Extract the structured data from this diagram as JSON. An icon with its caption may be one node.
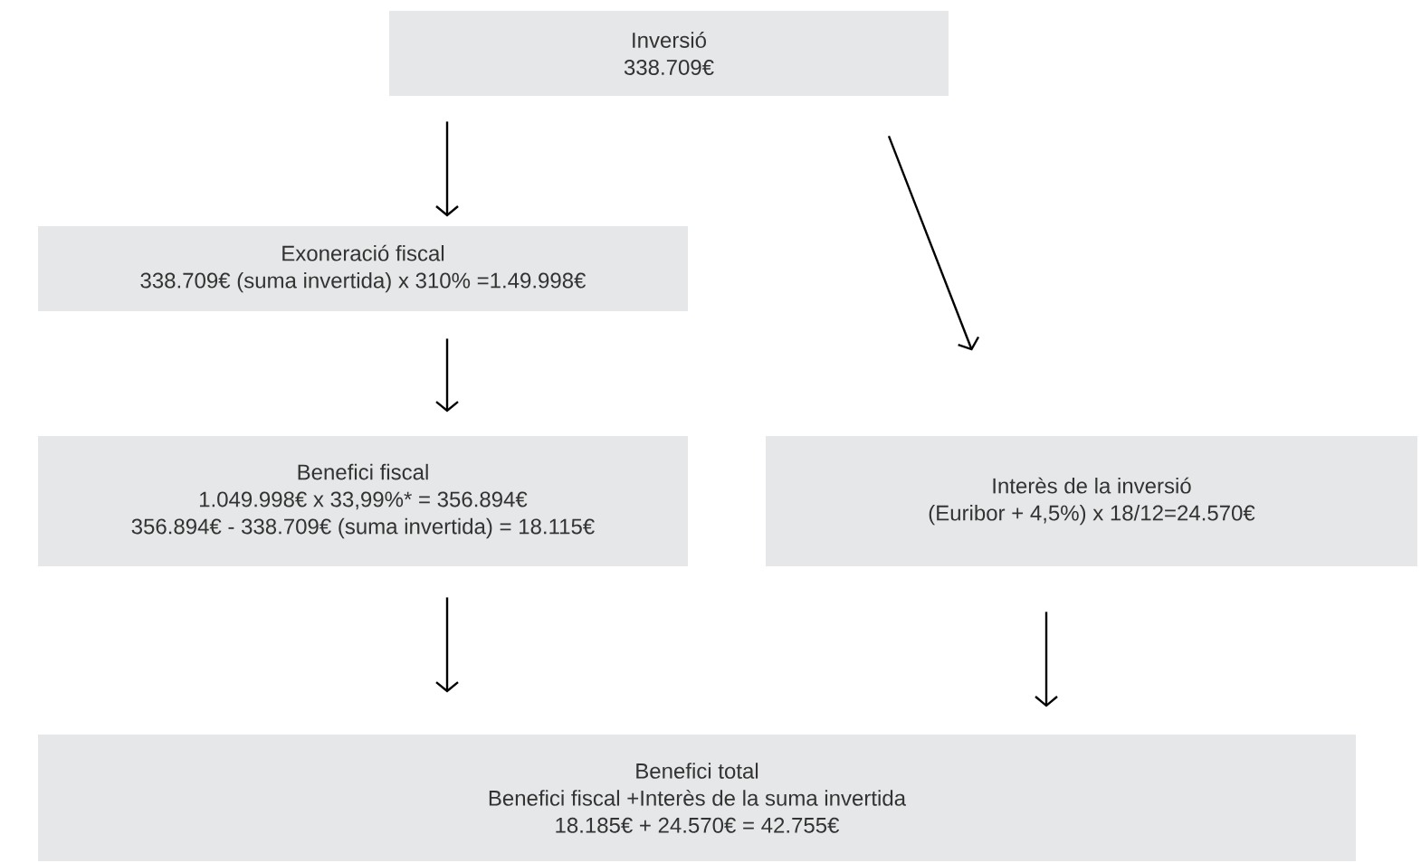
{
  "diagram": {
    "nodes": [
      {
        "text": [
          "Inversió",
          "338.709€"
        ]
      },
      {
        "text": [
          "Exoneració fiscal",
          "338.709€ (suma invertida) x 310% =1.49.998€"
        ]
      },
      {
        "text": [
          "Benefici fiscal",
          "1.049.998€ x 33,99%* = 356.894€",
          "356.894€ - 338.709€ (suma invertida) = 18.115€"
        ]
      },
      {
        "text": [
          "Interès de la inversió",
          "(Euribor + 4,5%) x 18/12=24.570€"
        ]
      },
      {
        "text": [
          "Benefici total",
          "Benefici fiscal +Interès de la suma invertida",
          "18.185€ + 24.570€ = 42.755€"
        ]
      }
    ],
    "edges": [
      {
        "from": 0,
        "to": 1,
        "arrow": "to"
      },
      {
        "from": 0,
        "to": 3,
        "arrow": "to"
      },
      {
        "from": 1,
        "to": 2,
        "arrow": "to"
      },
      {
        "from": 2,
        "to": 4,
        "arrow": "to"
      },
      {
        "from": 3,
        "to": 4,
        "arrow": "to"
      }
    ]
  }
}
